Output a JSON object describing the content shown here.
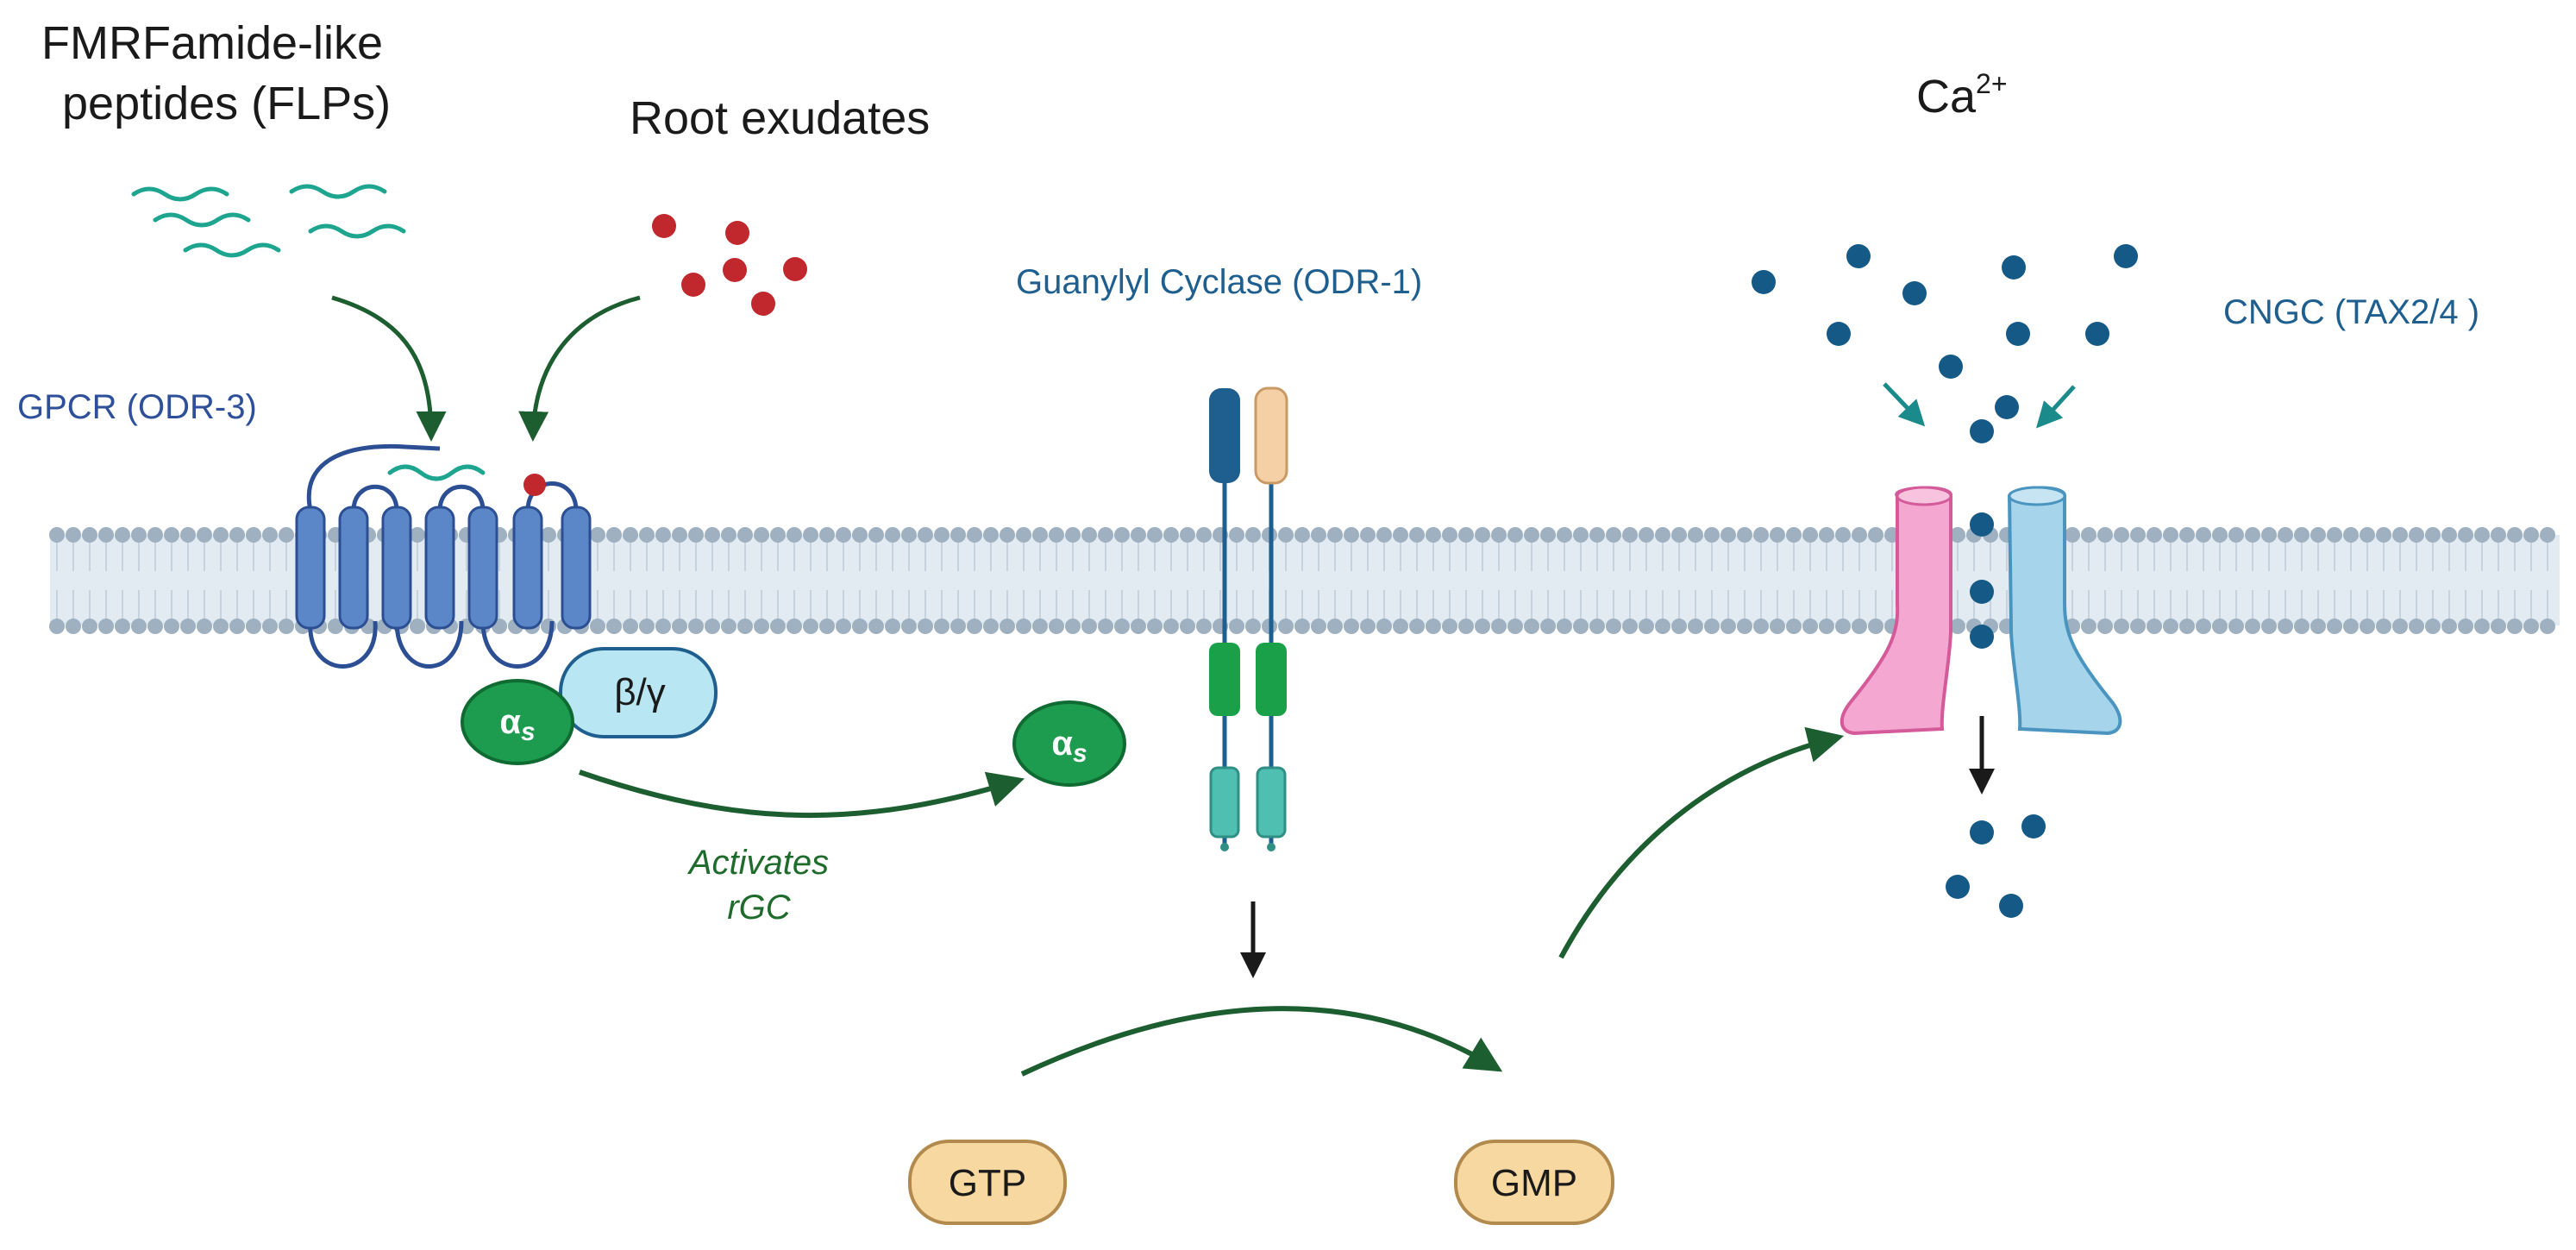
{
  "labels": {
    "flp_line1": "FMRFamide-like",
    "flp_line2": "peptides (FLPs)",
    "root_exudates": "Root exudates",
    "calcium_base": "Ca",
    "calcium_sup": "2+",
    "gpcr": "GPCR (ODR-3)",
    "guanylyl_cyclase": "Guanylyl Cyclase (ODR-1)",
    "cngc": "CNGC (TAX2/4 )",
    "beta_gamma": "β/γ",
    "alpha_s_base": "α",
    "alpha_s_sub": "s",
    "activates_line1": "Activates",
    "activates_line2": "rGC",
    "gtp": "GTP",
    "gmp": "GMP"
  },
  "colors": {
    "text_dark": "#1a1a1a",
    "label_blue": "#1f5f8f",
    "gpcr_label": "#2e4f9a",
    "arrow_green": "#1d5e31",
    "italic_green": "#1e6b2c",
    "membrane_head": "#9fb0c0",
    "membrane_tail": "#c6d3df",
    "membrane_band": "#e3ebf2",
    "gpcr_fill": "#5b86c8",
    "gpcr_stroke": "#2c4f94",
    "alpha_fill": "#1d9b4f",
    "beta_fill": "#b8e6f2",
    "peptide": "#1ea58f",
    "exudate": "#c0282d",
    "calcium": "#155a86",
    "gc_top_left": "#1f5f8f",
    "gc_top_right": "#f5d0a6",
    "gc_mid": "#1aa049",
    "gc_bottom": "#4fbfb1",
    "cngc_left": "#f4a8d1",
    "cngc_right": "#a6d4eb",
    "nucleotide_fill": "#f6d8a0",
    "nucleotide_stroke": "#b38a4e"
  }
}
